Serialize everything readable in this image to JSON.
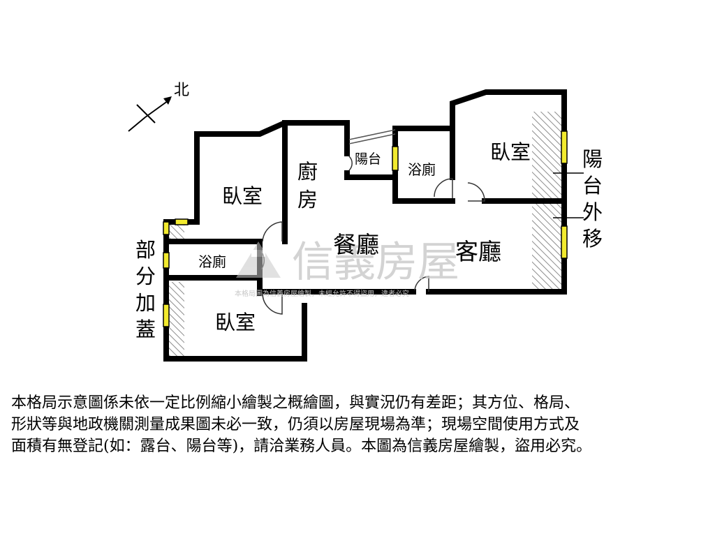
{
  "compass": {
    "label": "北"
  },
  "rooms": {
    "bedroom_top_left": "臥室",
    "kitchen_line1": "廚",
    "kitchen_line2": "房",
    "balcony_small": "陽台",
    "bathroom_top": "浴廁",
    "bedroom_top_right": "臥室",
    "dining": "餐廳",
    "living": "客廳",
    "bathroom_left": "浴廁",
    "bedroom_bottom": "臥室"
  },
  "annotations": {
    "balcony_extension": [
      "陽",
      "台",
      "外",
      "移"
    ],
    "partial_addition": [
      "部",
      "分",
      "加",
      "蓋"
    ]
  },
  "watermark": {
    "brand": "信義房屋",
    "small_text": "本格局圖為信義房屋繪製，未經允許不得盜用，違者必究"
  },
  "disclaimer": {
    "lines": [
      "本格局示意圖係未依一定比例縮小繪製之概繪圖，與實況仍有差距；其方位、格局、",
      "形狀等與地政機關測量成果圖未必一致，仍須以房屋現場為準；現場空間使用方式及",
      "面積有無登記(如：露台、陽台等)，請洽業務人員。本圖為信義房屋繪製，盜用必究。"
    ]
  },
  "colors": {
    "wall": "#000000",
    "window_fill": "#f2ea2e",
    "hatch": "#8c8c8c",
    "watermark": "#c8c8c8"
  }
}
